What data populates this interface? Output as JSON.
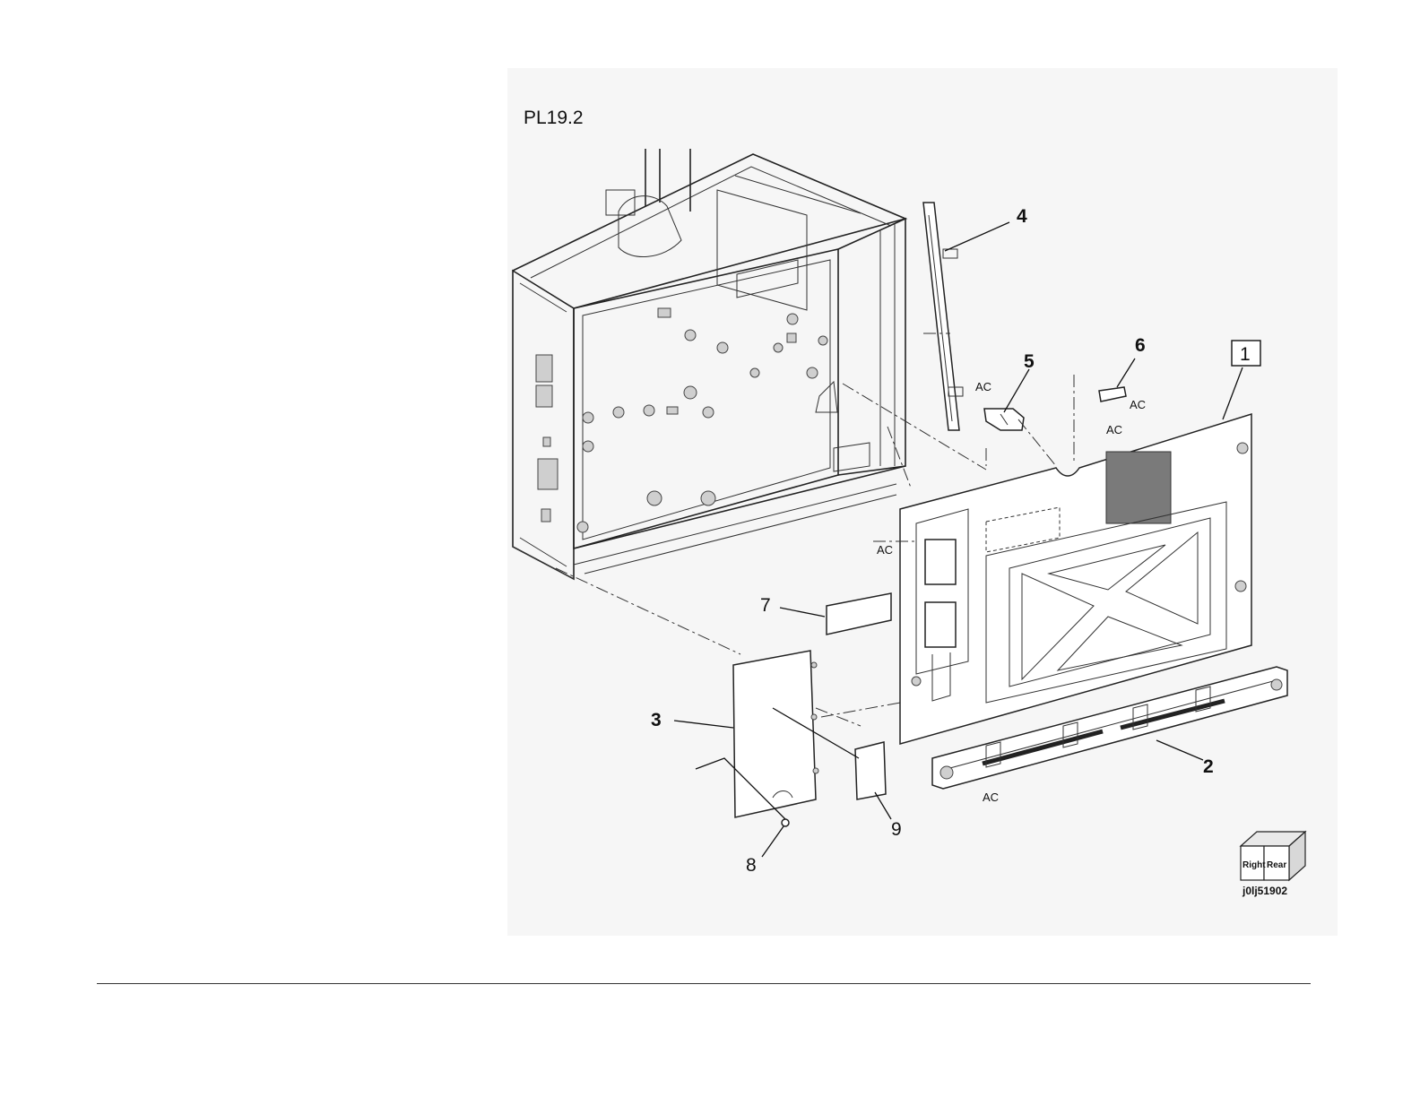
{
  "plate": {
    "title": "PL19.2",
    "figure_id": "j0lj51902"
  },
  "callouts": {
    "c1": "1",
    "c2": "2",
    "c3": "3",
    "c4": "4",
    "c5": "5",
    "c6": "6",
    "c7": "7",
    "c8": "8",
    "c9": "9"
  },
  "ac_labels": {
    "a1": "AC",
    "a2": "AC",
    "a3": "AC",
    "a4": "AC",
    "a5": "AC"
  },
  "orientation_cube": {
    "left_face": "Right",
    "right_face": "Rear"
  }
}
